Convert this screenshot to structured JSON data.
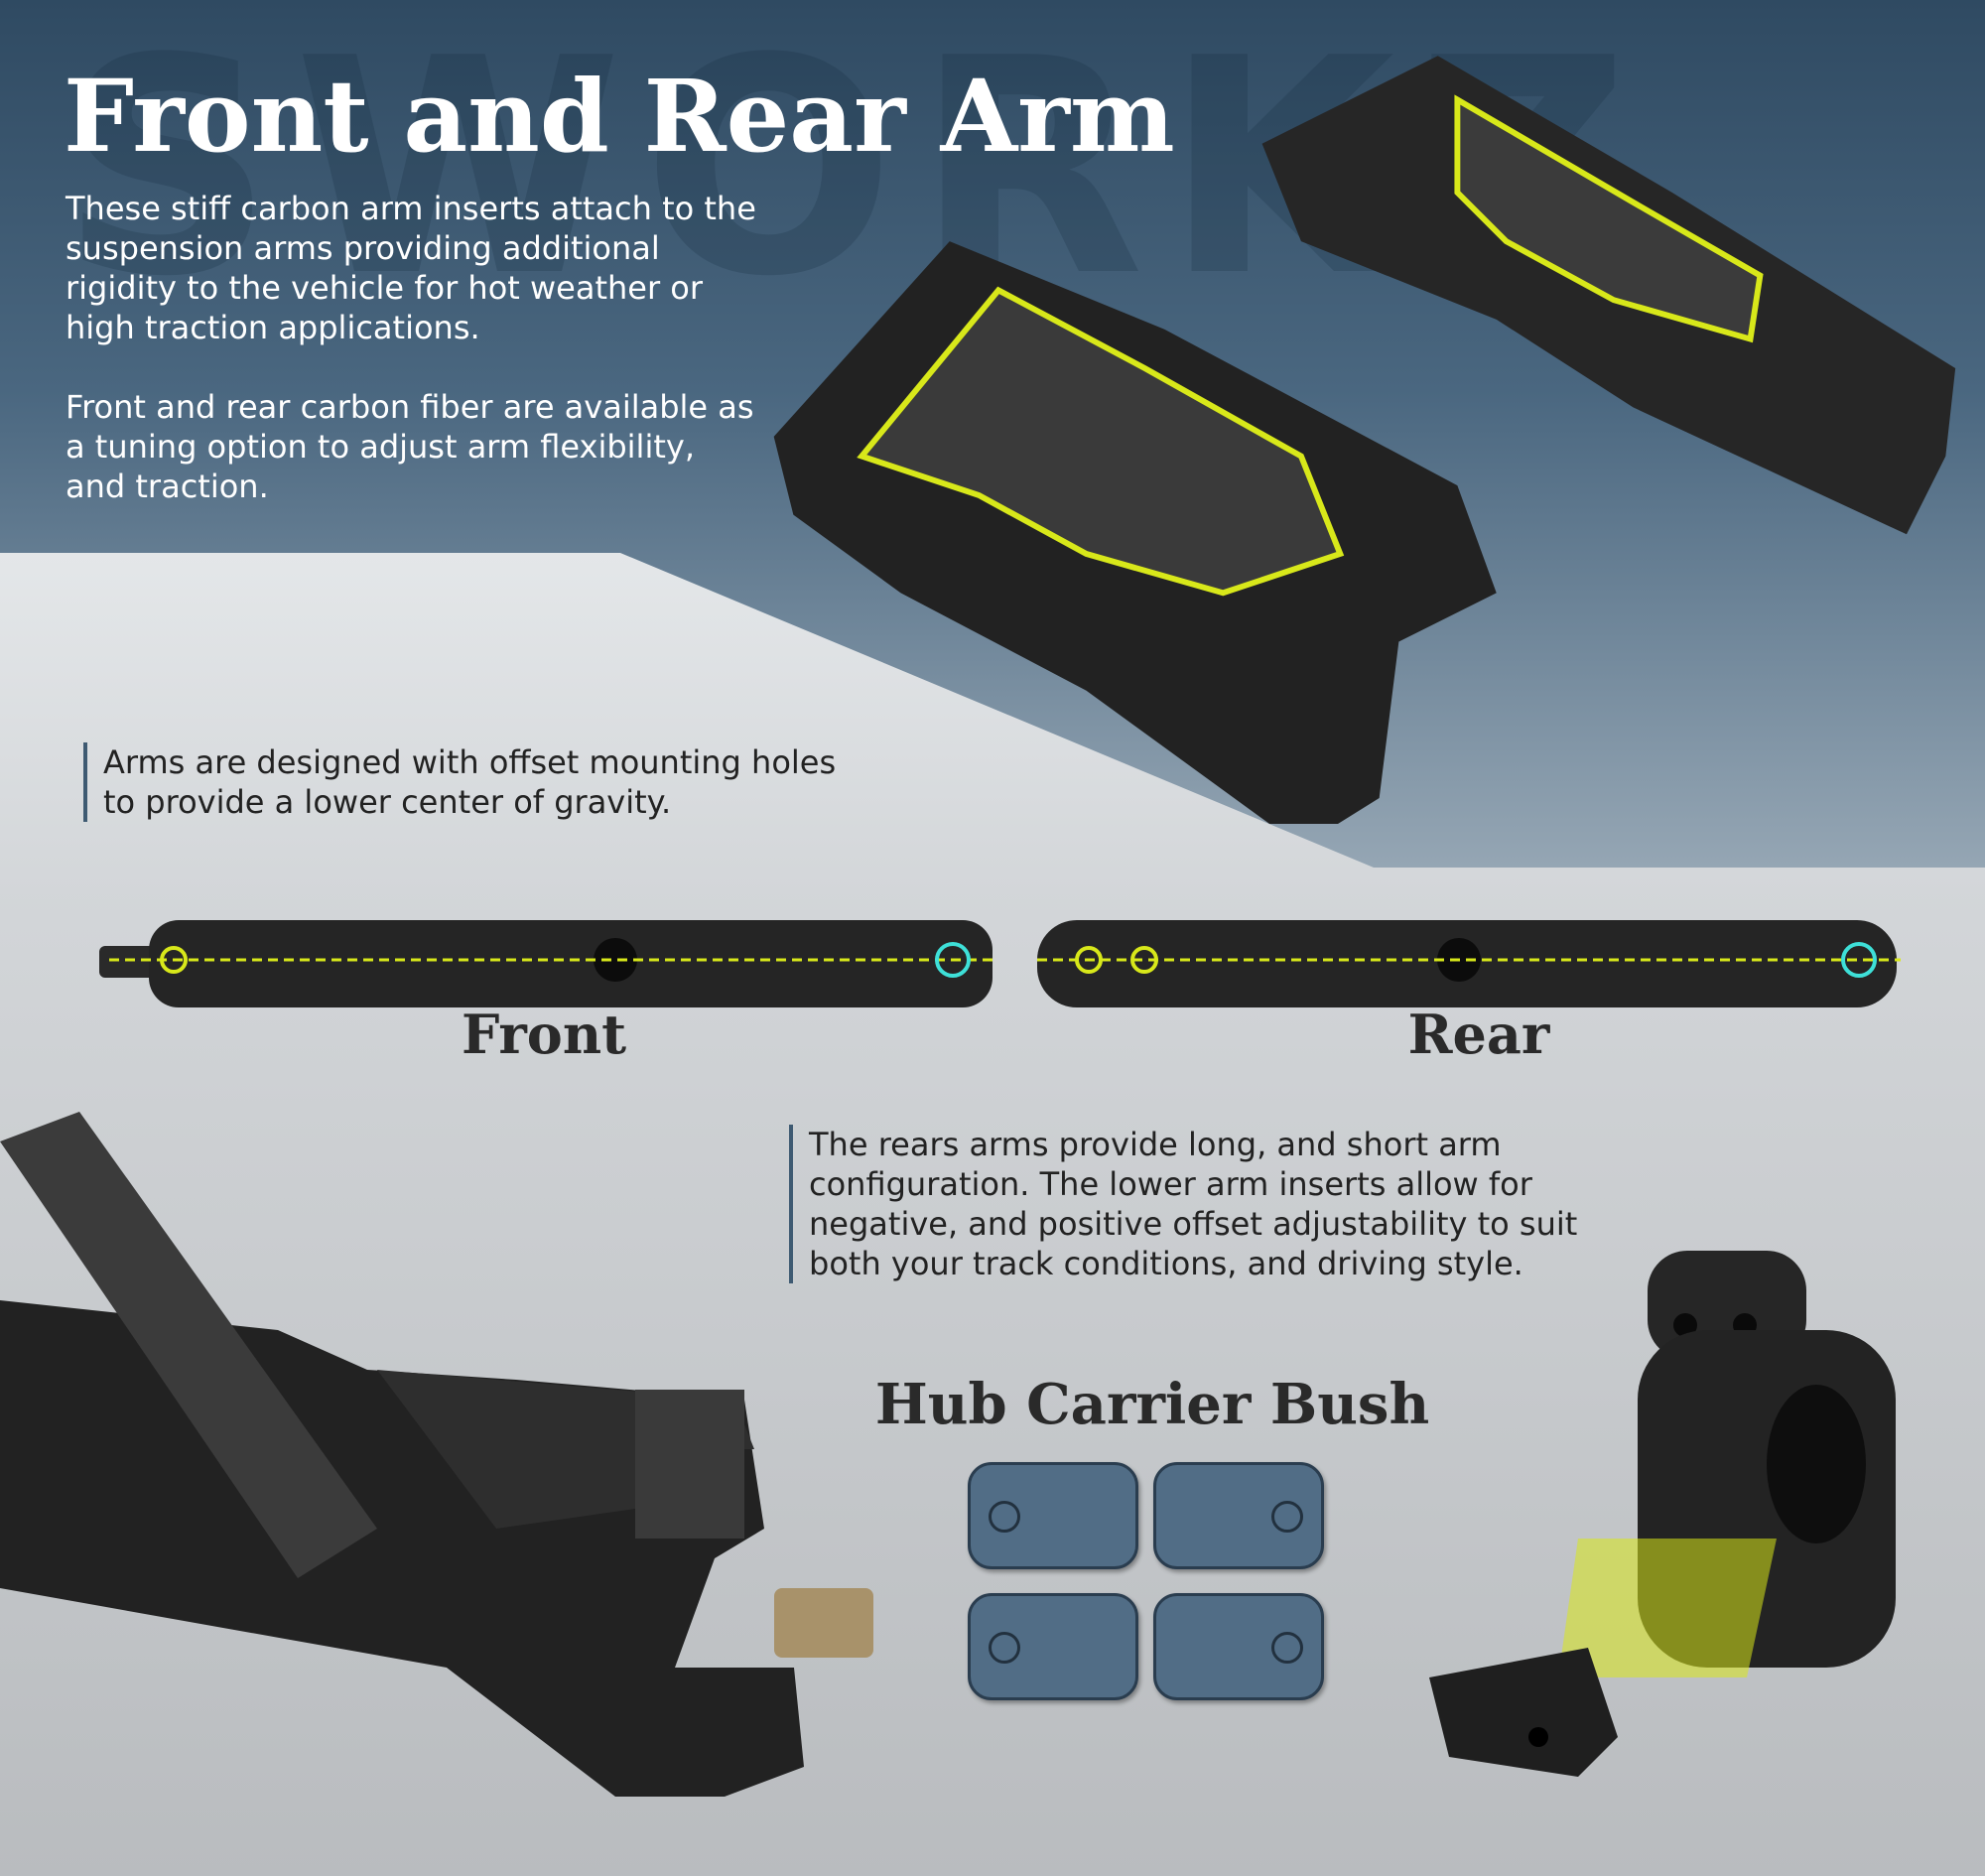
{
  "watermark": "SWORKZ",
  "title": "Front and Rear Arm",
  "intro": {
    "p1": "These stiff carbon arm inserts attach to the suspension arms providing additional rigidity to the vehicle for hot weather or high traction applications.",
    "p2": "Front and rear carbon fiber are available as a tuning option to adjust arm flexibility, and traction."
  },
  "callout_offset": "Arms are designed with offset mounting holes to provide a lower center of gravity.",
  "arm_labels": {
    "front": "Front",
    "rear": "Rear"
  },
  "callout_rear": "The rears arms provide long, and short arm configuration. The lower arm inserts allow for negative, and positive offset adjustability to suit both your track conditions, and driving style.",
  "hub_title": "Hub Carrier Bush",
  "colors": {
    "accent_yellow": "#d8e81a",
    "accent_cyan": "#3ee0d8",
    "header_blue": "#2f4a62",
    "bush_blue": "#516d86"
  }
}
